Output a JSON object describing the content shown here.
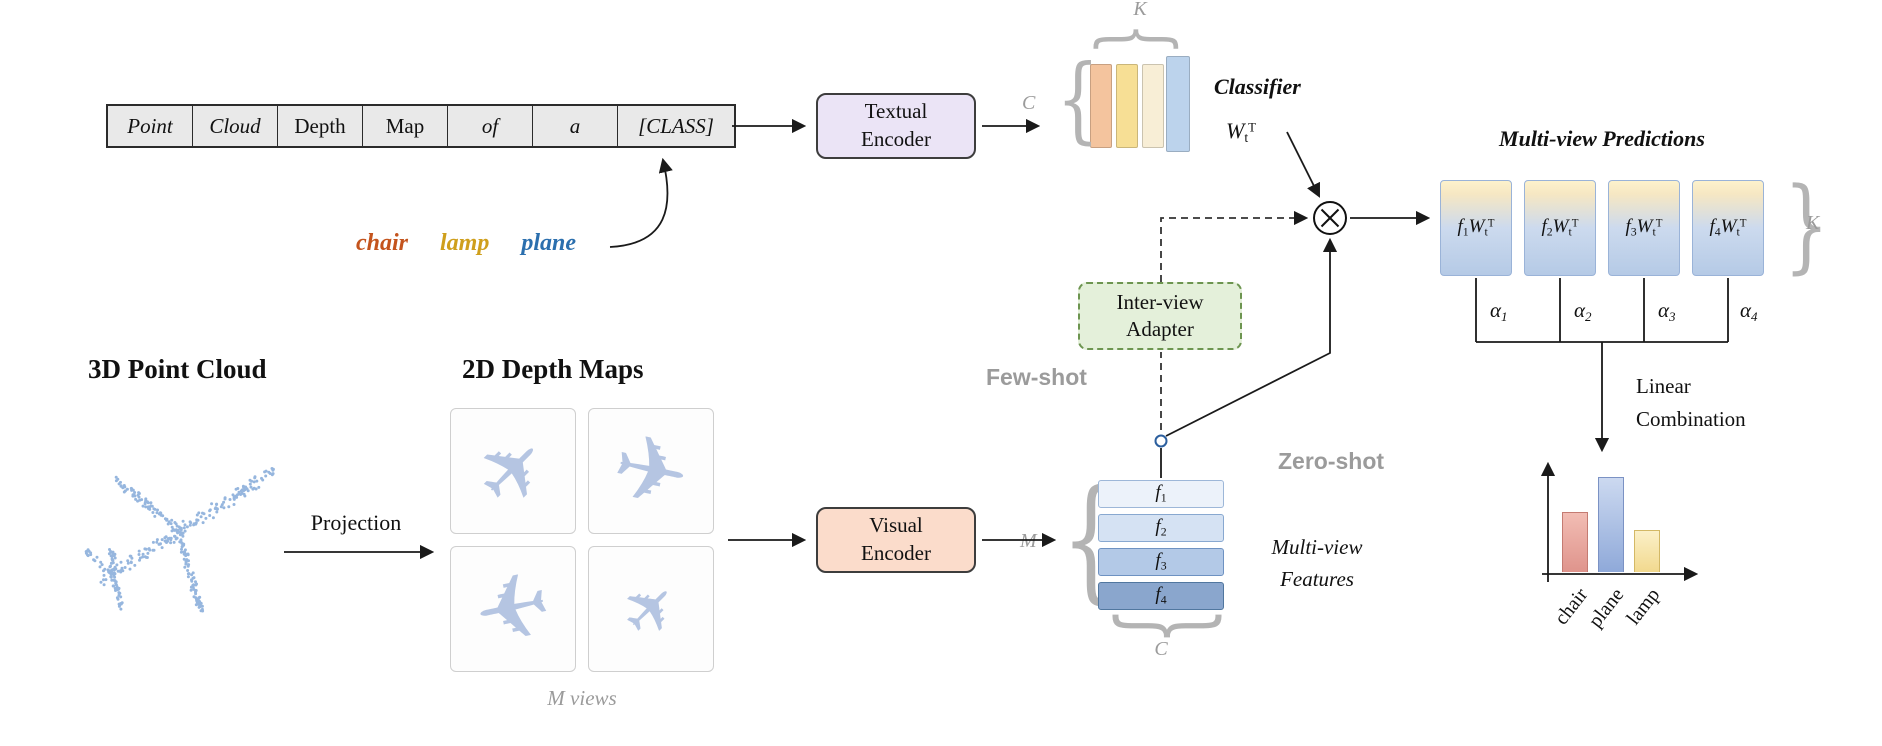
{
  "prompt": {
    "tokens": [
      "Point",
      "Cloud",
      "Depth",
      "Map",
      "of",
      "a",
      "[CLASS]"
    ],
    "classes": [
      {
        "label": "chair",
        "color": "#c4541d"
      },
      {
        "label": "lamp",
        "color": "#cf9f1c"
      },
      {
        "label": "plane",
        "color": "#2b6fae"
      }
    ]
  },
  "textual_encoder": {
    "line1": "Textual",
    "line2": "Encoder"
  },
  "visual_encoder": {
    "line1": "Visual",
    "line2": "Encoder"
  },
  "adapter": {
    "line1": "Inter-view",
    "line2": "Adapter"
  },
  "classifier": {
    "label": "Classifier",
    "weight": {
      "base": "W",
      "sub": "t",
      "sup": "T"
    },
    "dim_rows": "C",
    "dim_cols": "K"
  },
  "modes": {
    "few_shot": "Few-shot",
    "zero_shot": "Zero-shot"
  },
  "pointcloud_section": {
    "title": "3D Point Cloud",
    "projection_label": "Projection"
  },
  "depthmap_section": {
    "title": "2D Depth Maps",
    "views_label": "M views"
  },
  "features": {
    "dim_left": "M",
    "dim_bottom": "C",
    "rows": [
      {
        "base": "f",
        "sub": "1"
      },
      {
        "base": "f",
        "sub": "2"
      },
      {
        "base": "f",
        "sub": "3"
      },
      {
        "base": "f",
        "sub": "4"
      }
    ],
    "caption_line1": "Multi-view",
    "caption_line2": "Features"
  },
  "predictions": {
    "title": "Multi-view Predictions",
    "dim_right": "K",
    "boxes": [
      {
        "f": "f",
        "f_sub": "1",
        "w": "W",
        "w_sub": "t",
        "w_sup": "T"
      },
      {
        "f": "f",
        "f_sub": "2",
        "w": "W",
        "w_sub": "t",
        "w_sup": "T"
      },
      {
        "f": "f",
        "f_sub": "3",
        "w": "W",
        "w_sub": "t",
        "w_sup": "T"
      },
      {
        "f": "f",
        "f_sub": "4",
        "w": "W",
        "w_sub": "t",
        "w_sup": "T"
      }
    ],
    "alphas": [
      {
        "base": "α",
        "sub": "1"
      },
      {
        "base": "α",
        "sub": "2"
      },
      {
        "base": "α",
        "sub": "3"
      },
      {
        "base": "α",
        "sub": "4"
      }
    ],
    "combination_line1": "Linear",
    "combination_line2": "Combination"
  },
  "barchart": {
    "bars": [
      {
        "label": "chair",
        "height": 60,
        "color_top": "#f2bdb4",
        "color_bottom": "#df948c",
        "border": "#c47b72"
      },
      {
        "label": "plane",
        "height": 95,
        "color_top": "#ccd9f0",
        "color_bottom": "#8fa9d9",
        "border": "#7b92c4"
      },
      {
        "label": "lamp",
        "height": 42,
        "color_top": "#fbf0c8",
        "color_bottom": "#f2d98e",
        "border": "#d3b865"
      }
    ]
  },
  "icons": {
    "airplane_glyph": "✈",
    "brace_open": "{",
    "brace_close": "}"
  }
}
